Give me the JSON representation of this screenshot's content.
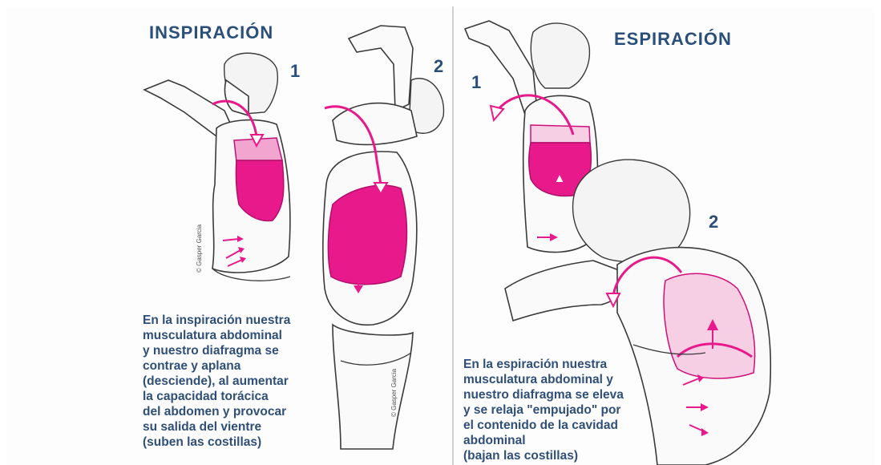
{
  "left": {
    "heading": "INSPIRACIÓN",
    "step1": "1",
    "step2": "2",
    "caption": "En la inspiración nuestra\nmusculatura abdominal\ny nuestro diafragma se\ncontrae y aplana\n(desciende), al aumentar\nla capacidad torácica\ndel abdomen y provocar\nsu salida del vientre\n(suben las costillas)",
    "credit1": "© Gasper Garcia",
    "credit2": "© Gasper Garcia"
  },
  "right": {
    "heading": "ESPIRACIÓN",
    "step1": "1",
    "step2": "2",
    "caption": "En la espiración nuestra\nmusculatura abdominal y\nnuestro diafragma se eleva\ny se relaja \"empujado\" por\nel contenido de la cavidad\nabdominal\n(bajan las costillas)"
  },
  "colors": {
    "lung": "#e8198b",
    "text": "#2f4f78",
    "heading": "#2a4f7a"
  }
}
